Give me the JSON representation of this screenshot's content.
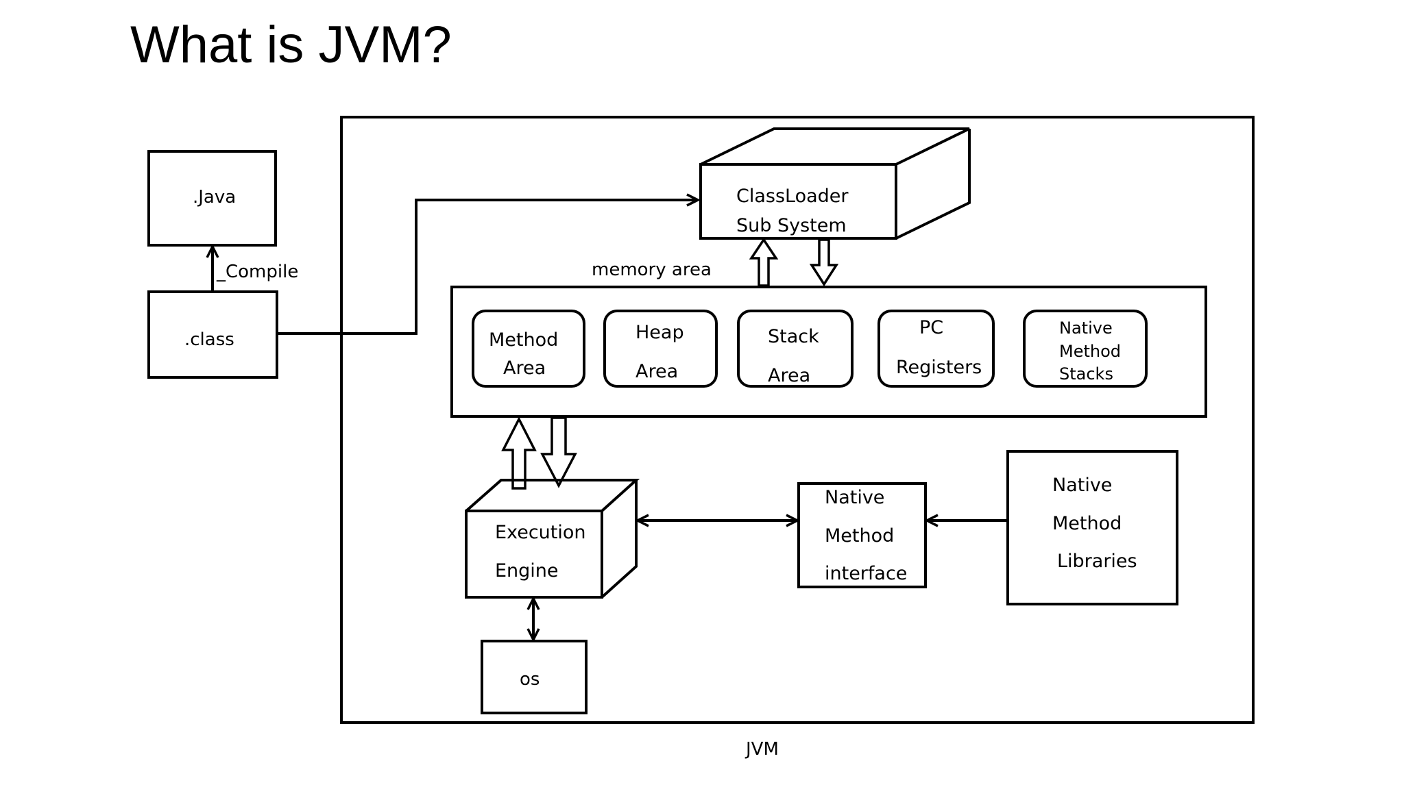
{
  "title": "What is JVM?",
  "diagram": {
    "java_file": ".Java",
    "compile_label": "_Compile",
    "class_file": ".class",
    "classloader": {
      "line1": "ClassLoader",
      "line2": "Sub System"
    },
    "memory_area_label": "memory area",
    "memory_areas": [
      {
        "line1": "Method",
        "line2": "Area"
      },
      {
        "line1": "Heap",
        "line2": "Area"
      },
      {
        "line1": "Stack",
        "line2": "Area"
      },
      {
        "line1": "PC",
        "line2": "Registers"
      },
      {
        "line1": "Native",
        "line2": "Method",
        "line3": "Stacks"
      }
    ],
    "execution_engine": {
      "line1": "Execution",
      "line2": "Engine"
    },
    "native_interface": {
      "line1": "Native",
      "line2": "Method",
      "line3": "interface"
    },
    "native_libraries": {
      "line1": "Native",
      "line2": "Method",
      "line3": "Libraries"
    },
    "os": "os",
    "jvm_label": "JVM"
  }
}
